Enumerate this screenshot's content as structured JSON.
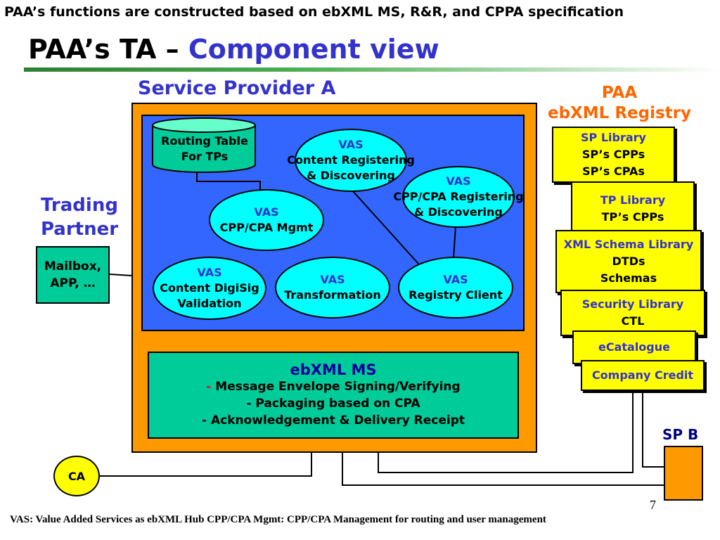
{
  "header": {
    "top_note": "PAA’s functions are constructed based on ebXML MS, R&R, and CPPA specification",
    "title_main": "PAA’s TA – ",
    "title_accent": "Component view"
  },
  "labels": {
    "service_provider_a": "Service Provider A",
    "paa_line1": "PAA",
    "paa_line2": "ebXML Registry",
    "trading_partner_line1": "Trading",
    "trading_partner_line2": "Partner",
    "sp_b": "SP B"
  },
  "routing_table": {
    "line1": "Routing Table",
    "line2": "For TPs"
  },
  "vas_nodes": {
    "content_registering": {
      "tag": "VAS",
      "line1": "Content Registering",
      "line2": "& Discovering"
    },
    "cpp_cpa_registering": {
      "tag": "VAS",
      "line1": "CPP/CPA Registering",
      "line2": "& Discovering"
    },
    "cpp_cpa_mgmt": {
      "tag": "VAS",
      "line1": "CPP/CPA Mgmt"
    },
    "content_digisig": {
      "tag": "VAS",
      "line1": "Content DigiSig",
      "line2": "Validation"
    },
    "transformation": {
      "tag": "VAS",
      "line1": "Transformation"
    },
    "registry_client": {
      "tag": "VAS",
      "line1": "Registry Client"
    }
  },
  "ebxml_ms": {
    "title": "ebXML MS",
    "items": [
      "Message Envelope Signing/Verifying",
      "Packaging based on CPA",
      "Acknowledgement & Delivery Receipt"
    ],
    "dash": "-"
  },
  "libraries": {
    "sp_library": {
      "name": "SP Library",
      "line1": "SP’s CPPs",
      "line2": "SP’s CPAs"
    },
    "tp_library": {
      "name": "TP Library",
      "line1": "TP’s CPPs"
    },
    "xml_schema_library": {
      "name": "XML Schema Library",
      "line1": "DTDs",
      "line2": "Schemas"
    },
    "security_library": {
      "name": "Security Library",
      "line1": "CTL"
    },
    "ecatalogue": {
      "name": "eCatalogue"
    },
    "company_credit": {
      "name": "Company Credit"
    }
  },
  "mailbox": {
    "line1": "Mailbox,",
    "line2": "APP, …"
  },
  "ca": "CA",
  "page_number": "7",
  "footnote": "VAS: Value Added Services as ebXML Hub   CPP/CPA Mgmt: CPP/CPA Management for routing and user management",
  "colors": {
    "orange": "#ff9900",
    "blue_area": "#3366ff",
    "teal": "#00cc99",
    "cyan": "#00ffff",
    "yellow": "#ffff00",
    "accent_blue": "#3333cc",
    "paa_orange": "#ff6600"
  }
}
